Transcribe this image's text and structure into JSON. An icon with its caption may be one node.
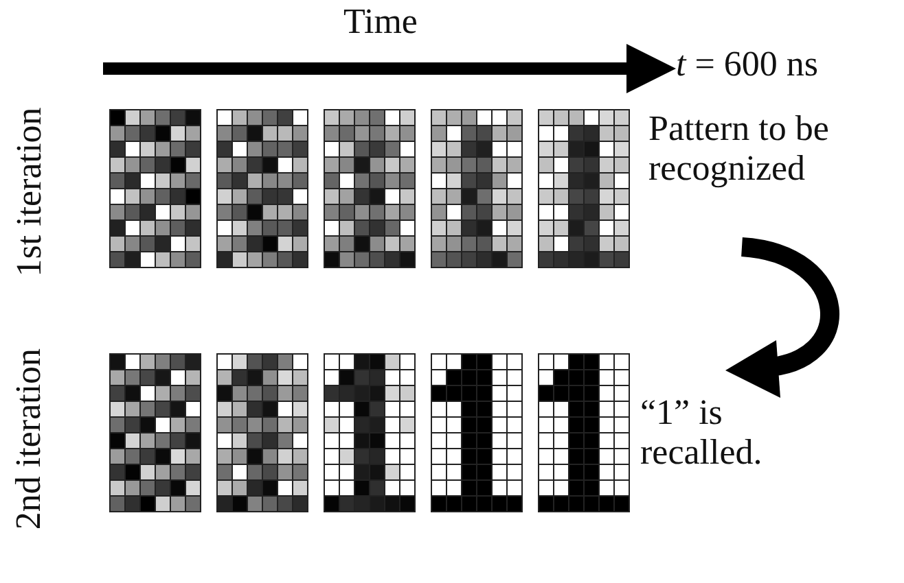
{
  "diagram": {
    "labels": [
      "Time",
      "*t* = 600 ns",
      "1st iteration",
      "Pattern to be recognized",
      "2nd iteration",
      "“1” is recalled."
    ]
  }
}
